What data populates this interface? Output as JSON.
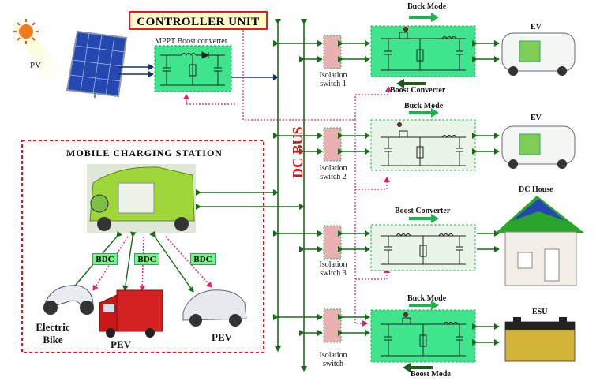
{
  "title": "CONTROLLER UNIT",
  "pv": {
    "label": "PV"
  },
  "mppt": {
    "label": "MPPT Boost converter"
  },
  "dc_bus": {
    "label": "DC BUS"
  },
  "mobile_station": {
    "title": "MOBILE CHARGING STATION",
    "bdc_labels": [
      "BDC",
      "BDC",
      "BDC"
    ],
    "vehicles": [
      {
        "label_line1": "Electric",
        "label_line2": "Bike"
      },
      {
        "label_line1": "PEV",
        "label_line2": ""
      },
      {
        "label_line1": "PEV",
        "label_line2": ""
      }
    ]
  },
  "branches": [
    {
      "switch_line1": "Isolation",
      "switch_line2": "switch 1",
      "top_label": "Buck Mode",
      "bottom_label": "Boost Converter",
      "load": "EV"
    },
    {
      "switch_line1": "Isolation",
      "switch_line2": "switch 2",
      "top_label": "Buck Mode",
      "bottom_label": "",
      "load": "EV"
    },
    {
      "switch_line1": "Isolation",
      "switch_line2": "switch 3",
      "top_label": "Boost Converter",
      "bottom_label": "",
      "load": "DC House"
    },
    {
      "switch_line1": "Isolation",
      "switch_line2": "switch",
      "top_label": "Buck Mode",
      "bottom_label": "Boost Mode",
      "load": "ESU"
    }
  ],
  "colors": {
    "bus": "#1a6b1a",
    "converter_green": "#3fe58d",
    "converter_light": "#e9f5e6",
    "switch_fill": "#e8b0b0",
    "control_line": "#e0206a",
    "arrow_green": "#1fb050",
    "arrow_dark": "#1e5a1e",
    "pv_line": "#13306b"
  }
}
